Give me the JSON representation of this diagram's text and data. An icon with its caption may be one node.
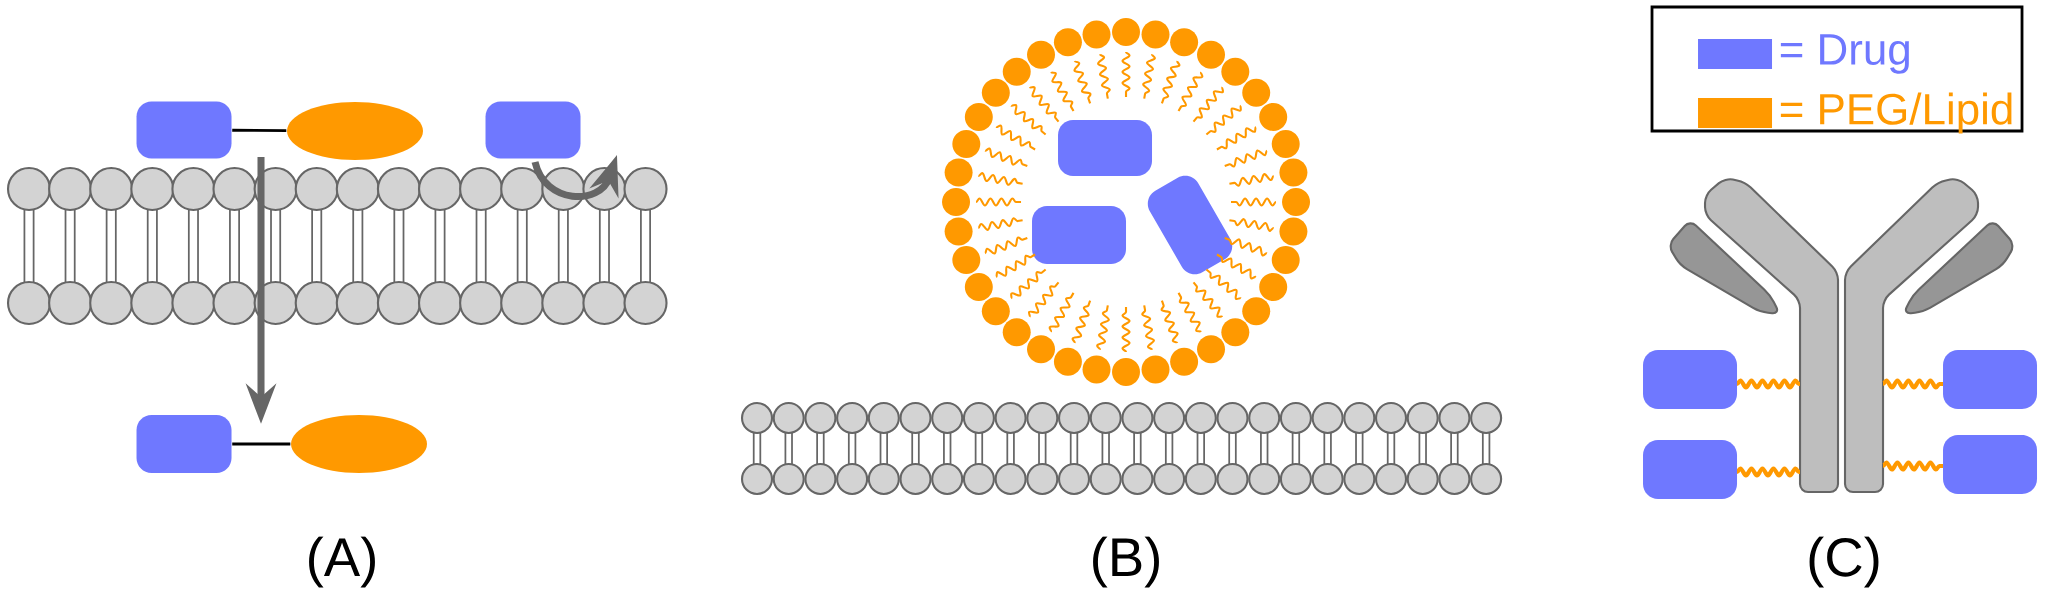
{
  "diagram": {
    "nodes": [
      {
        "text": [],
        "shape": "box"
      },
      {
        "text": [],
        "shape": "ellipse"
      },
      {
        "text": [],
        "shape": "box"
      },
      {
        "text": [],
        "shape": "ellipse"
      },
      {
        "text": [],
        "shape": "box"
      },
      {
        "text": [],
        "shape": "box"
      },
      {
        "text": [],
        "shape": "box"
      },
      {
        "text": [],
        "shape": "box"
      }
    ],
    "edges": [
      {
        "from": 0,
        "to": 1,
        "arrow": "none"
      },
      {
        "from": 2,
        "to": 3,
        "arrow": "none"
      }
    ],
    "labels": [
      "(A)",
      "(B)",
      "(C)"
    ],
    "legend": [
      {
        "text": "= Drug",
        "color": "#6f78ff"
      },
      {
        "text": "= PEG/Lipid",
        "color": "#ff9900"
      }
    ]
  }
}
